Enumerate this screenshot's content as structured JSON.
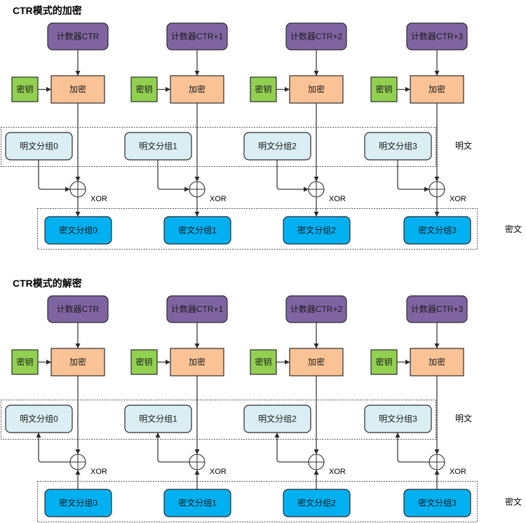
{
  "colors": {
    "counter": "#8064A2",
    "counter_border": "#3F3151",
    "key": "#92D050",
    "cipher_op": "#FAC396",
    "plaintext": "#DAEEF3",
    "ciphertext": "#00B0F0",
    "line": "#3C3C3C"
  },
  "diagram": {
    "sections": [
      {
        "id": "encryption",
        "mode": "encrypt",
        "title": "CTR模式的加密",
        "plaintext_group_label": "明文",
        "ciphertext_group_label": "密文",
        "xor_label": "XOR",
        "columns": [
          {
            "counter": "计数器CTR",
            "key": "密钥",
            "cipher_op": "加密",
            "plaintext": "明文分组0",
            "ciphertext": "密文分组0"
          },
          {
            "counter": "计数器CTR+1",
            "key": "密钥",
            "cipher_op": "加密",
            "plaintext": "明文分组1",
            "ciphertext": "密文分组1"
          },
          {
            "counter": "计数器CTR+2",
            "key": "密钥",
            "cipher_op": "加密",
            "plaintext": "明文分组2",
            "ciphertext": "密文分组2"
          },
          {
            "counter": "计数器CTR+3",
            "key": "密钥",
            "cipher_op": "加密",
            "plaintext": "明文分组3",
            "ciphertext": "密文分组3"
          }
        ]
      },
      {
        "id": "decryption",
        "mode": "decrypt",
        "title": "CTR模式的解密",
        "plaintext_group_label": "明文",
        "ciphertext_group_label": "密文",
        "xor_label": "XOR",
        "columns": [
          {
            "counter": "计数器CTR",
            "key": "密钥",
            "cipher_op": "加密",
            "plaintext": "明文分组0",
            "ciphertext": "密文分组0"
          },
          {
            "counter": "计数器CTR+1",
            "key": "密钥",
            "cipher_op": "加密",
            "plaintext": "明文分组1",
            "ciphertext": "密文分组1"
          },
          {
            "counter": "计数器CTR+2",
            "key": "密钥",
            "cipher_op": "加密",
            "plaintext": "明文分组2",
            "ciphertext": "密文分组2"
          },
          {
            "counter": "计数器CTR+3",
            "key": "密钥",
            "cipher_op": "加密",
            "plaintext": "明文分组3",
            "ciphertext": "密文分组3"
          }
        ]
      }
    ]
  }
}
